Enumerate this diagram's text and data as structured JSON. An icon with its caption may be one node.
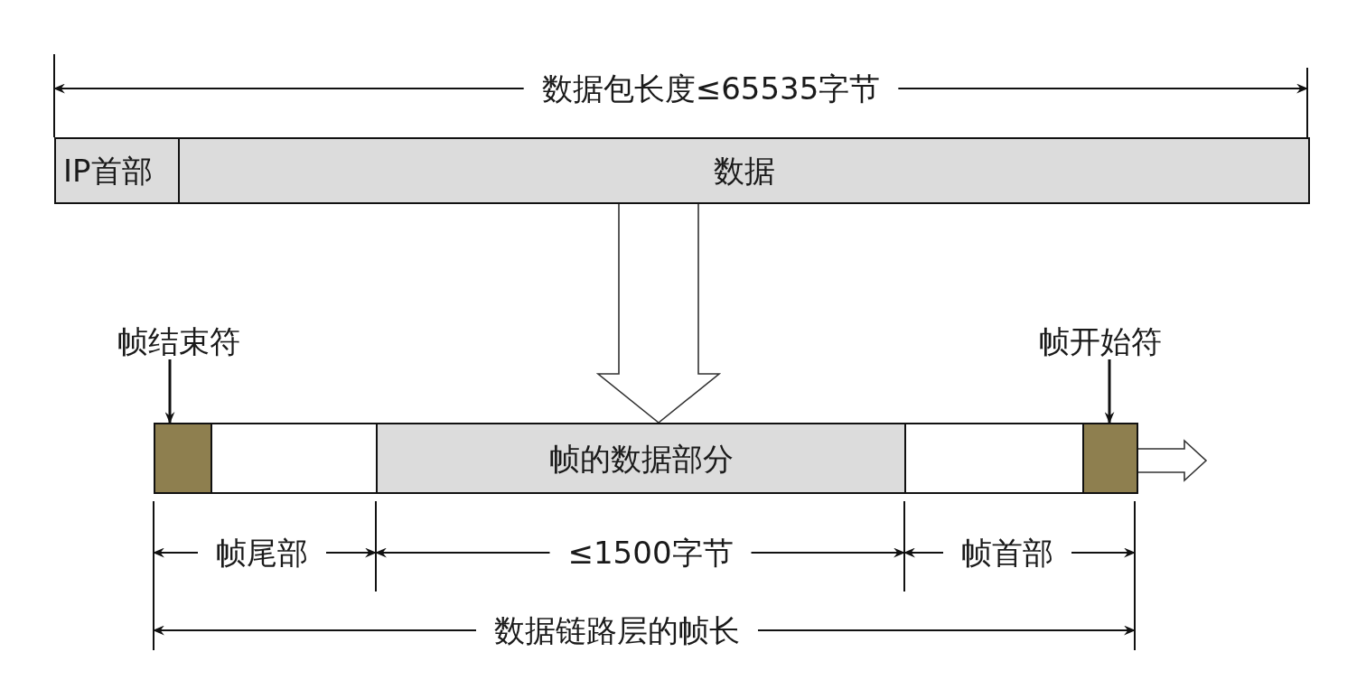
{
  "diagram": {
    "nodes": [
      {
        "text": [
          "IP首部"
        ]
      },
      {
        "text": [
          "数据"
        ]
      },
      {
        "text": [
          "帧结束符"
        ]
      },
      {
        "text": [
          "帧开始符"
        ]
      },
      {
        "text": [],
        "shape": "box"
      },
      {
        "text": [],
        "shape": "box"
      },
      {
        "text": [
          "帧的数据部分"
        ]
      },
      {
        "text": [],
        "shape": "box"
      },
      {
        "text": [],
        "shape": "box"
      }
    ],
    "edges": [
      {
        "from": 1,
        "to": 6,
        "arrow": "to",
        "style": "thick"
      },
      {
        "from": 2,
        "to": 4,
        "arrow": "to"
      },
      {
        "from": 3,
        "to": 8,
        "arrow": "to"
      }
    ],
    "labels": [
      "数据包长度≤65535字节",
      "帧尾部",
      "≤1500字节",
      "帧首部",
      "数据链路层的帧长"
    ]
  }
}
